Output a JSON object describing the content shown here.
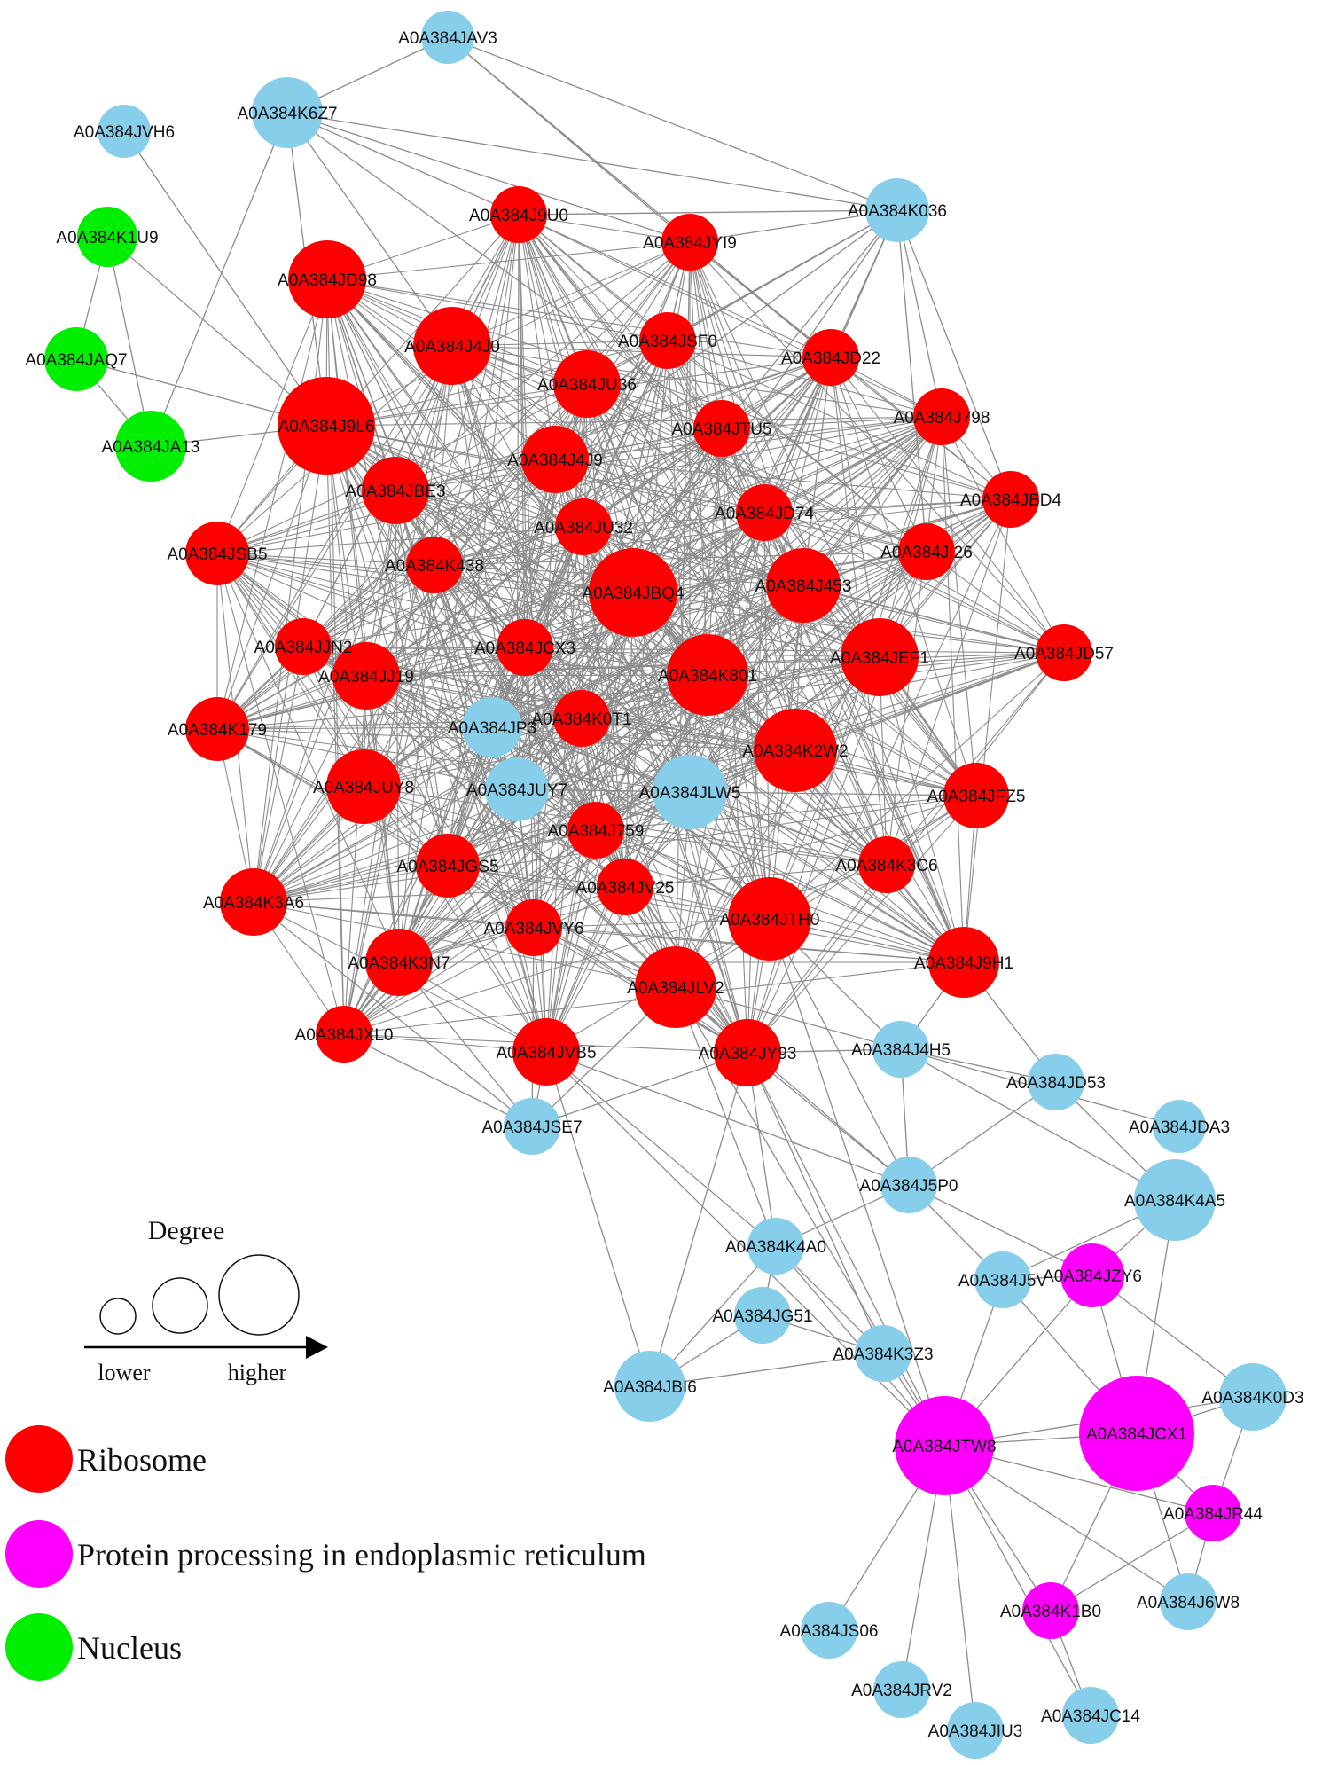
{
  "legend": {
    "degree_title": "Degree",
    "lower": "lower",
    "higher": "higher",
    "categories": [
      {
        "label": "Ribosome",
        "color": "#ff0000"
      },
      {
        "label": "Protein processing in endoplasmic reticulum",
        "color": "#ff00ff"
      },
      {
        "label": "Nucleus",
        "color": "#00ee00"
      }
    ]
  },
  "colors": {
    "ribosome": "#ff0000",
    "er": "#ff00ff",
    "nucleus": "#00ee00",
    "other": "#87ceeb",
    "edge": "#8c8c8c"
  },
  "nodes": [
    {
      "id": "A0A384JAV3",
      "cat": "other"
    },
    {
      "id": "A0A384K6Z7",
      "cat": "other"
    },
    {
      "id": "A0A384JVH6",
      "cat": "other"
    },
    {
      "id": "A0A384K036",
      "cat": "other"
    },
    {
      "id": "A0A384K1U9",
      "cat": "nucleus"
    },
    {
      "id": "A0A384JAQ7",
      "cat": "nucleus"
    },
    {
      "id": "A0A384JA13",
      "cat": "nucleus"
    },
    {
      "id": "A0A384J9U0",
      "cat": "ribosome"
    },
    {
      "id": "A0A384JYI9",
      "cat": "ribosome"
    },
    {
      "id": "A0A384JD98",
      "cat": "ribosome"
    },
    {
      "id": "A0A384J4J0",
      "cat": "ribosome"
    },
    {
      "id": "A0A384JSF0",
      "cat": "ribosome"
    },
    {
      "id": "A0A384JD22",
      "cat": "ribosome"
    },
    {
      "id": "A0A384JU36",
      "cat": "ribosome"
    },
    {
      "id": "A0A384J798",
      "cat": "ribosome"
    },
    {
      "id": "A0A384J9L6",
      "cat": "ribosome"
    },
    {
      "id": "A0A384JTU5",
      "cat": "ribosome"
    },
    {
      "id": "A0A384J4J9",
      "cat": "ribosome"
    },
    {
      "id": "A0A384JBE3",
      "cat": "ribosome"
    },
    {
      "id": "A0A384JBD4",
      "cat": "ribosome"
    },
    {
      "id": "A0A384JD74",
      "cat": "ribosome"
    },
    {
      "id": "A0A384JU32",
      "cat": "ribosome"
    },
    {
      "id": "A0A384JI26",
      "cat": "ribosome"
    },
    {
      "id": "A0A384JSB5",
      "cat": "ribosome"
    },
    {
      "id": "A0A384K438",
      "cat": "ribosome"
    },
    {
      "id": "A0A384JBQ4",
      "cat": "ribosome"
    },
    {
      "id": "A0A384J453",
      "cat": "ribosome"
    },
    {
      "id": "A0A384JJN2",
      "cat": "ribosome"
    },
    {
      "id": "A0A384JCX3",
      "cat": "ribosome"
    },
    {
      "id": "A0A384JEF1",
      "cat": "ribosome"
    },
    {
      "id": "A0A384JD57",
      "cat": "ribosome"
    },
    {
      "id": "A0A384JJ19",
      "cat": "ribosome"
    },
    {
      "id": "A0A384K801",
      "cat": "ribosome"
    },
    {
      "id": "A0A384K179",
      "cat": "ribosome"
    },
    {
      "id": "A0A384JP3",
      "cat": "other"
    },
    {
      "id": "A0A384K0T1",
      "cat": "ribosome"
    },
    {
      "id": "A0A384K2W2",
      "cat": "ribosome"
    },
    {
      "id": "A0A384JUY8",
      "cat": "ribosome"
    },
    {
      "id": "A0A384JUY7",
      "cat": "other"
    },
    {
      "id": "A0A384JLW5",
      "cat": "other"
    },
    {
      "id": "A0A384JFZ5",
      "cat": "ribosome"
    },
    {
      "id": "A0A384J759",
      "cat": "ribosome"
    },
    {
      "id": "A0A384JGS5",
      "cat": "ribosome"
    },
    {
      "id": "A0A384K3C6",
      "cat": "ribosome"
    },
    {
      "id": "A0A384JV25",
      "cat": "ribosome"
    },
    {
      "id": "A0A384K3A6",
      "cat": "ribosome"
    },
    {
      "id": "A0A384JVY6",
      "cat": "ribosome"
    },
    {
      "id": "A0A384JTH0",
      "cat": "ribosome"
    },
    {
      "id": "A0A384K3N7",
      "cat": "ribosome"
    },
    {
      "id": "A0A384J9H1",
      "cat": "ribosome"
    },
    {
      "id": "A0A384JLV2",
      "cat": "ribosome"
    },
    {
      "id": "A0A384JXL0",
      "cat": "ribosome"
    },
    {
      "id": "A0A384JVB5",
      "cat": "ribosome"
    },
    {
      "id": "A0A384JY93",
      "cat": "ribosome"
    },
    {
      "id": "A0A384J4H5",
      "cat": "other"
    },
    {
      "id": "A0A384JD53",
      "cat": "other"
    },
    {
      "id": "A0A384JSE7",
      "cat": "other"
    },
    {
      "id": "A0A384JDA3",
      "cat": "other"
    },
    {
      "id": "A0A384J5P0",
      "cat": "other"
    },
    {
      "id": "A0A384K4A5",
      "cat": "other"
    },
    {
      "id": "A0A384K4A0",
      "cat": "other"
    },
    {
      "id": "A0A384J5V",
      "cat": "other"
    },
    {
      "id": "A0A384JZY6",
      "cat": "er"
    },
    {
      "id": "A0A384JG51",
      "cat": "other"
    },
    {
      "id": "A0A384K3Z3",
      "cat": "other"
    },
    {
      "id": "A0A384JBI6",
      "cat": "other"
    },
    {
      "id": "A0A384K0D3",
      "cat": "other"
    },
    {
      "id": "A0A384JTW8",
      "cat": "er"
    },
    {
      "id": "A0A384JCX1",
      "cat": "er"
    },
    {
      "id": "A0A384JR44",
      "cat": "er"
    },
    {
      "id": "A0A384K1B0",
      "cat": "er"
    },
    {
      "id": "A0A384J6W8",
      "cat": "other"
    },
    {
      "id": "A0A384JS06",
      "cat": "other"
    },
    {
      "id": "A0A384JRV2",
      "cat": "other"
    },
    {
      "id": "A0A384JC14",
      "cat": "other"
    },
    {
      "id": "A0A384JIU3",
      "cat": "other"
    }
  ]
}
